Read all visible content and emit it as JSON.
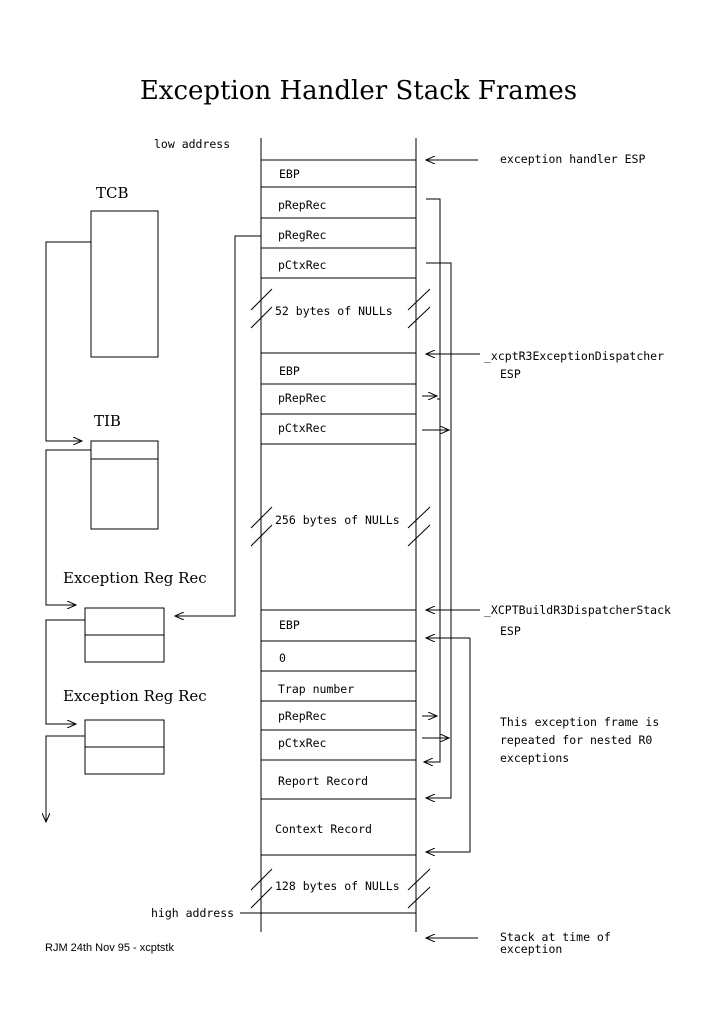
{
  "title": "Exception Handler Stack Frames",
  "addresses": {
    "low": "low address",
    "high": "high address"
  },
  "structures": {
    "tcb": "TCB",
    "tib": "TIB",
    "exc_reg_rec_1": "Exception Reg Rec",
    "exc_reg_rec_2": "Exception Reg Rec"
  },
  "stack_cells": {
    "ebp_1": "EBP",
    "prep_1": "pRepRec",
    "preg_1": "pRegRec",
    "pctx_1": "pCtxRec",
    "nulls_52": "52 bytes of NULLs",
    "ebp_2": "EBP",
    "prep_2": "pRepRec",
    "pctx_2": "pCtxRec",
    "nulls_256": "256 bytes of NULLs",
    "ebp_3": "EBP",
    "zero": "0",
    "trap": "Trap number",
    "prep_3": "pRepRec",
    "pctx_3": "pCtxRec",
    "report_record": "Report Record",
    "context_record": "Context Record",
    "nulls_128": "128 bytes of NULLs"
  },
  "annotations": {
    "handler_esp": "exception handler ESP",
    "dispatcher_1": "_xcptR3ExceptionDispatcher",
    "dispatcher_2": "ESP",
    "build_1": "_XCPTBuildR3DispatcherStack",
    "build_2": "ESP",
    "repeat_1": "This exception frame is",
    "repeat_2": "repeated for nested R0",
    "repeat_3": "exceptions",
    "stack_time_1": "Stack at time of",
    "stack_time_2": "exception"
  },
  "footer": "RJM 24th Nov 95 - xcptstk"
}
